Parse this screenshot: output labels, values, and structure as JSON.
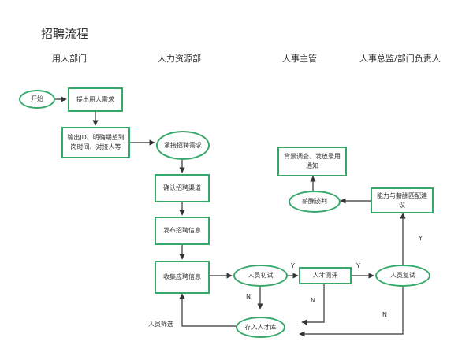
{
  "title": "招聘流程",
  "lanes": [
    "用人部门",
    "人力资源部",
    "人事主管",
    "人事总监/部门负责人"
  ],
  "nodes": {
    "start": "开始",
    "submit_request": "提出用人需求",
    "output_jd": "输出JD、明确期望到岗时间、对接人等",
    "receive_request": "承接招聘需求",
    "confirm_channel": "确认招聘渠道",
    "publish_info": "发布招聘信息",
    "collect_info": "收集应聘信息",
    "first_interview": "人员初试",
    "talent_assessment": "人才测评",
    "second_interview": "人员复试",
    "salary_advice": "能力与薪酬匹配建议",
    "salary_negotiation": "薪酬谈判",
    "background_check": "背景调查、发放录用通知",
    "talent_pool": "存入人才库"
  },
  "edge_labels": {
    "yes_1": "Y",
    "yes_2": "Y",
    "yes_3": "Y",
    "no_1": "N",
    "no_2": "N",
    "no_3": "N",
    "screening": "人员筛选"
  },
  "colors": {
    "node_border": "#35a86a",
    "edge": "#333333"
  }
}
